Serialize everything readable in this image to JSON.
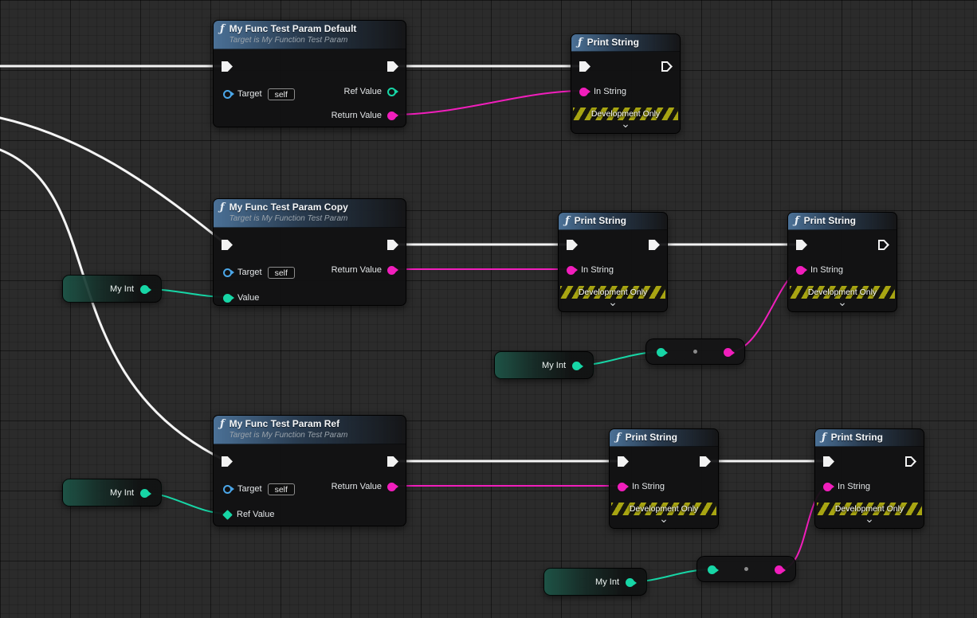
{
  "graph": {
    "type": "blueprint-graph",
    "colors": {
      "background": "#2b2b2b",
      "exec_wire": "#f5f5f5",
      "string_wire": "#f11ebc",
      "int_wire": "#17d6a6",
      "target_pin_blue": "#4ba6e8",
      "header_blue": "#4e769e",
      "dev_banner_yellow": "#a8a512",
      "variable_green": "#2fae8f"
    }
  },
  "icons": {
    "function_glyph": "ƒ",
    "advanced_chevron": "⌄"
  },
  "nodes": {
    "func_default": {
      "title": "My Func Test Param Default",
      "subtitle": "Target is My Function Test Param",
      "target_label": "Target",
      "target_value": "self",
      "ref_value_label": "Ref Value",
      "return_value_label": "Return Value"
    },
    "func_copy": {
      "title": "My Func Test Param Copy",
      "subtitle": "Target is My Function Test Param",
      "target_label": "Target",
      "target_value": "self",
      "return_value_label": "Return Value",
      "value_label": "Value"
    },
    "func_ref": {
      "title": "My Func Test Param Ref",
      "subtitle": "Target is My Function Test Param",
      "target_label": "Target",
      "target_value": "self",
      "return_value_label": "Return Value",
      "ref_value_label": "Ref Value"
    },
    "print_string": {
      "title": "Print String",
      "in_string_label": "In String",
      "dev_only_label": "Development Only"
    },
    "my_int": {
      "label": "My Int"
    }
  }
}
